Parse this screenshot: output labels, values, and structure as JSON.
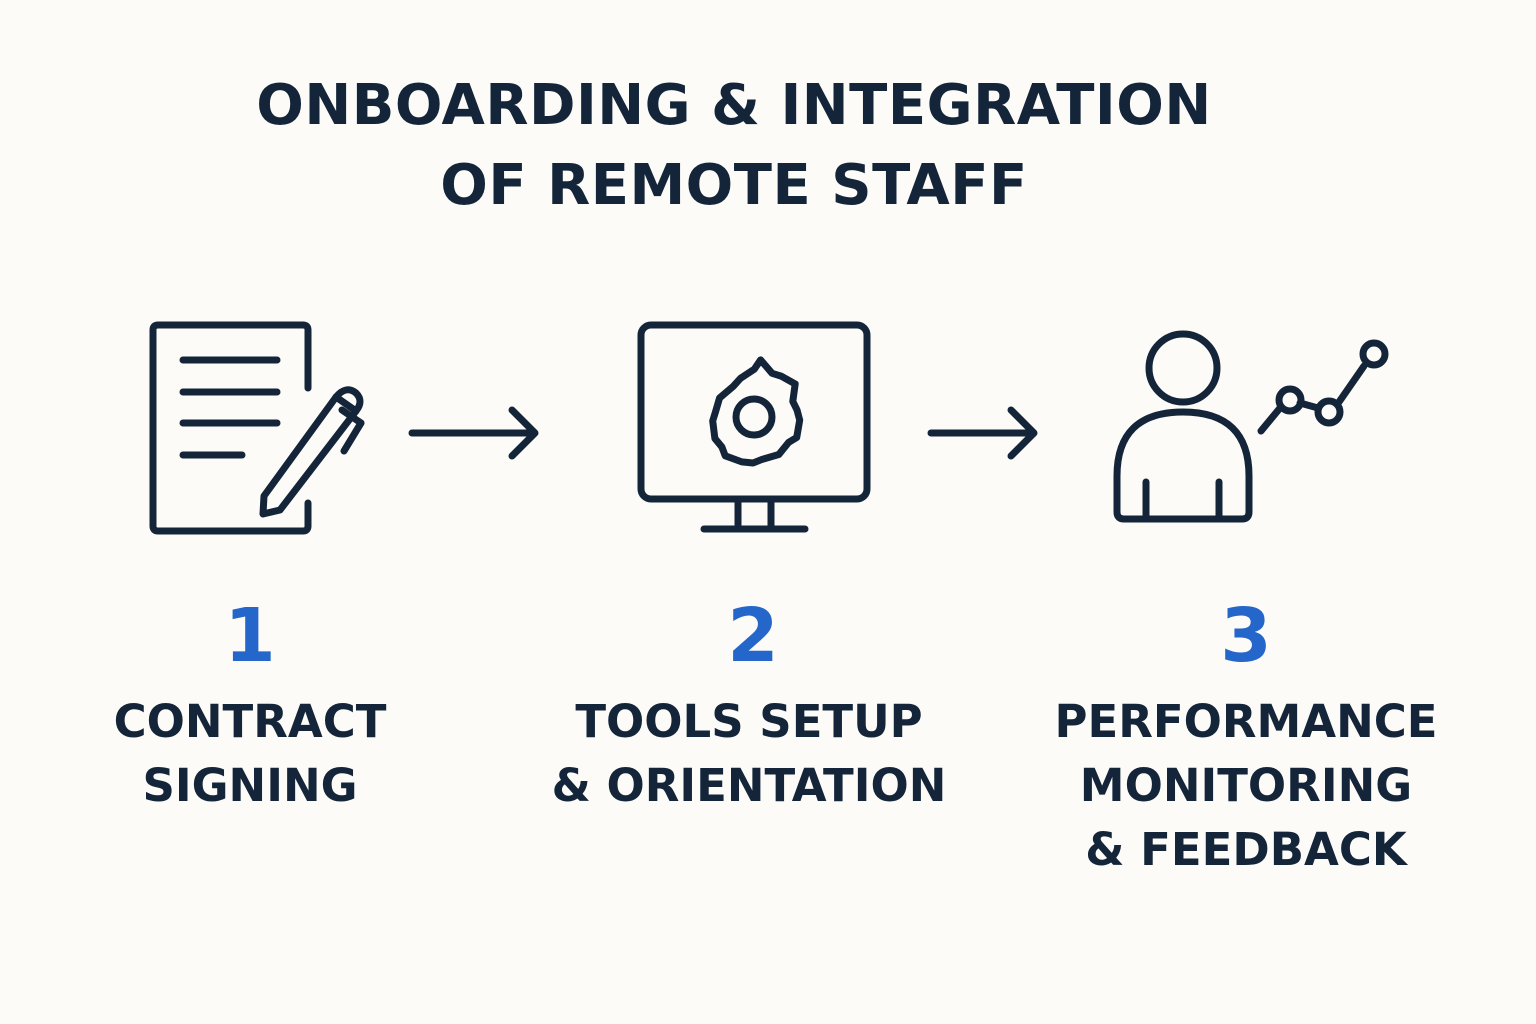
{
  "title": {
    "line1": "ONBOARDING & INTEGRATION",
    "line2": "OF REMOTE STAFF"
  },
  "colors": {
    "ink": "#14253a",
    "accent": "#2466c9",
    "background": "#fcfbf8"
  },
  "steps": [
    {
      "number": "1",
      "label_lines": [
        "CONTRACT",
        "SIGNING"
      ],
      "icon": "contract-document-pen-icon"
    },
    {
      "number": "2",
      "label_lines": [
        "TOOLS SETUP",
        "& ORIENTATION"
      ],
      "icon": "monitor-gear-icon"
    },
    {
      "number": "3",
      "label_lines": [
        "PERFORMANCE",
        "MONITORING",
        "& FEEDBACK"
      ],
      "icon": "person-growth-chart-icon"
    }
  ],
  "connectors": [
    "arrow-right-icon",
    "arrow-right-icon"
  ]
}
